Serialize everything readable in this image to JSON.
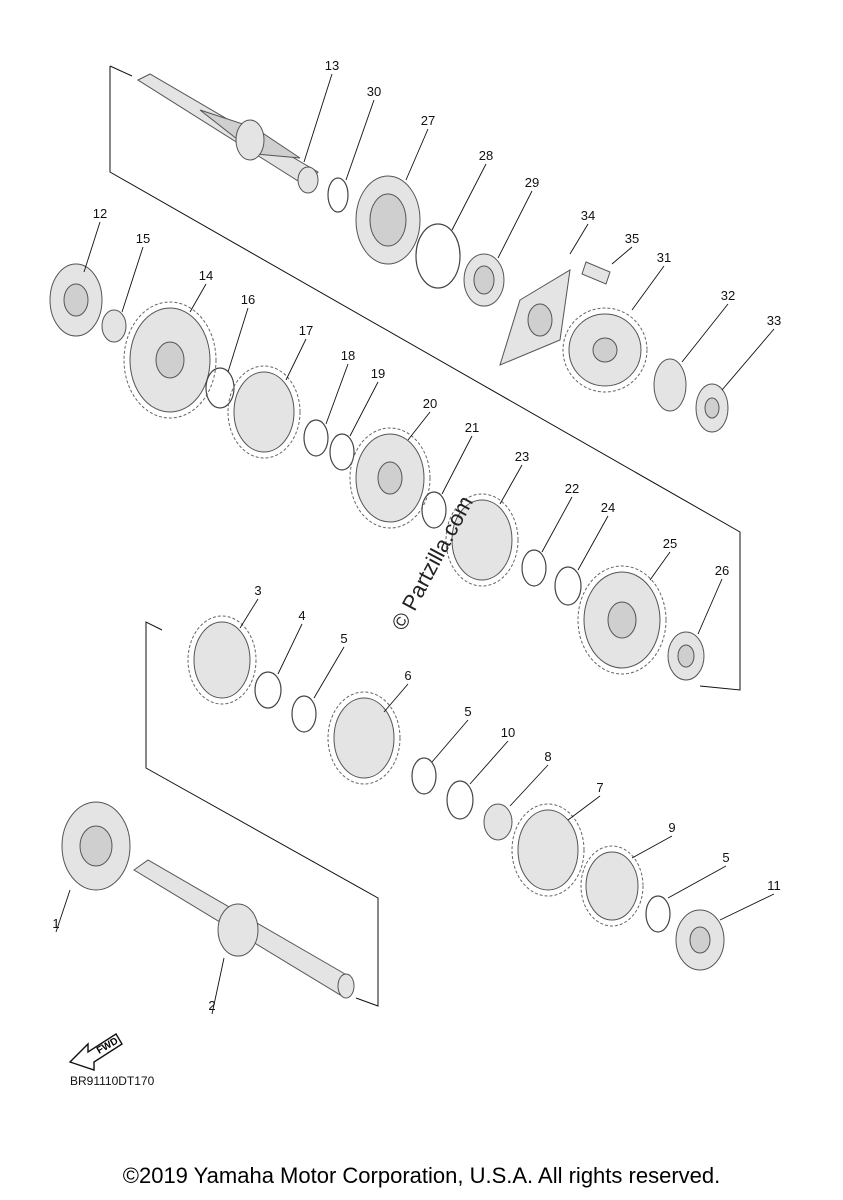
{
  "diagram": {
    "code": "BR91110DT170",
    "fwd_label": "FWD",
    "watermark": "© Partzilla.com",
    "copyright": "©2019 Yamaha Motor Corporation, U.S.A. All rights reserved.",
    "callouts": [
      "1",
      "2",
      "3",
      "4",
      "5",
      "5",
      "5",
      "6",
      "7",
      "8",
      "9",
      "10",
      "11",
      "12",
      "13",
      "14",
      "15",
      "16",
      "17",
      "18",
      "19",
      "20",
      "21",
      "22",
      "23",
      "24",
      "25",
      "26",
      "27",
      "28",
      "29",
      "30",
      "31",
      "32",
      "33",
      "34",
      "35"
    ]
  }
}
